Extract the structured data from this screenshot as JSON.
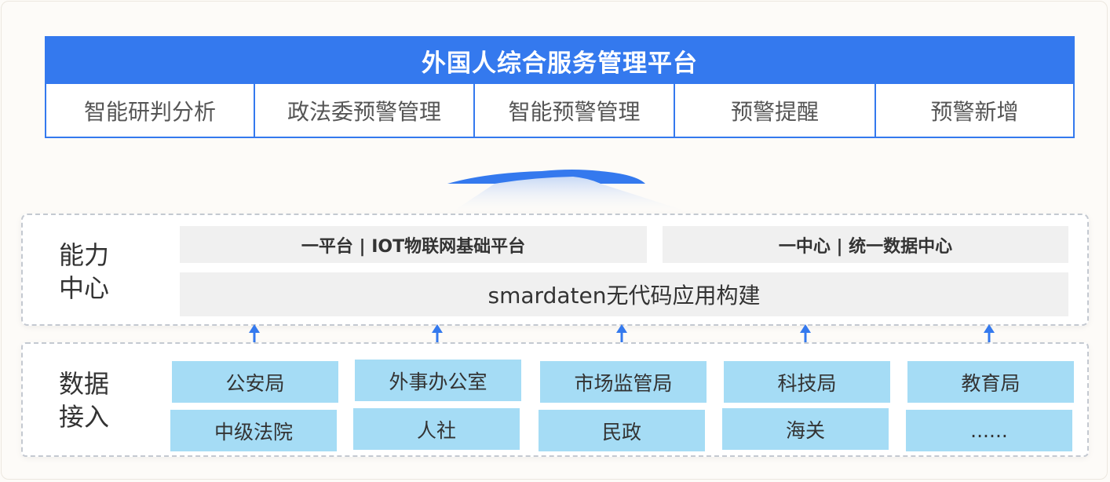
{
  "platform": {
    "title": "外国人综合服务管理平台",
    "modules": [
      "智能研判分析",
      "政法委预警管理",
      "智能预警管理",
      "预警提醒",
      "预警新增"
    ]
  },
  "capability": {
    "label_line1": "能力",
    "label_line2": "中心",
    "iot_text": "一平台 |  IOT物联网基础平台",
    "data_center_text": "一中心 |  统一数据中心",
    "lowcode_text": "smardaten无代码应用构建"
  },
  "data_access": {
    "label_line1": "数据",
    "label_line2": "接入",
    "row1": [
      "公安局",
      "外事办公室",
      "市场监管局",
      "科技局",
      "教育局"
    ],
    "row2": [
      "中级法院",
      "人社",
      "民政",
      "海关",
      "......"
    ]
  },
  "colors": {
    "primary_blue": "#3479ee",
    "agency_fill": "#a5dcf5",
    "capability_fill": "#f0f0f0"
  }
}
